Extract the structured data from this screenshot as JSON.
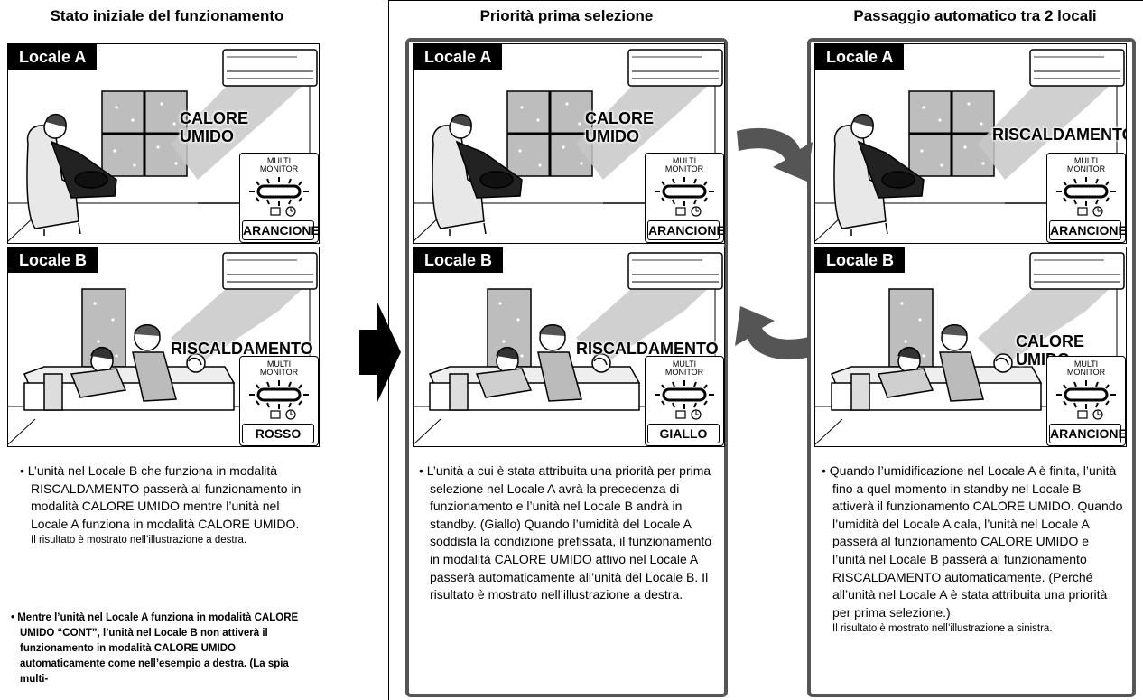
{
  "columns": [
    {
      "title": "Stato iniziale del funzionamento",
      "room_a": {
        "label": "Locale A",
        "mode": "CALORE\nUMIDO",
        "monitor": "MULTI\nMONITOR",
        "color": "ARANCIONE"
      },
      "room_b": {
        "label": "Locale B",
        "mode": "RISCALDAMENTO",
        "monitor": "MULTI\nMONITOR",
        "color": "ROSSO"
      },
      "description": "• L’unità nel Locale B che funziona in modalità RISCALDAMENTO passerà al funzionamento in modalità CALORE UMIDO mentre l’unità nel Locale A funziona in modalità CALORE UMIDO.",
      "note": "Il risultato è mostrato nell’illustrazione a destra.",
      "bold_note": "• Mentre l’unità nel Locale A funziona in modalità CALORE UMIDO “CONT”, l’unità nel Locale B non attiverà il funzionamento in modalità CALORE UMIDO automaticamente come nell’esempio a destra. (La spia multi-"
    },
    {
      "title": "Priorità prima selezione",
      "room_a": {
        "label": "Locale A",
        "mode": "CALORE\nUMIDO",
        "monitor": "MULTI\nMONITOR",
        "color": "ARANCIONE"
      },
      "room_b": {
        "label": "Locale B",
        "mode": "RISCALDAMENTO",
        "monitor": "MULTI\nMONITOR",
        "color": "GIALLO"
      },
      "description": "• L’unità a cui è stata attribuita una priorità per prima selezione nel Locale A avrà la precedenza di funzionamento e l’unità nel Locale B andrà in standby. (Giallo) Quando l’umidità del Locale A soddisfa la condizione prefissata, il funzionamento in modalità CALORE UMIDO attivo nel Locale A passerà automaticamente all’unità del Locale B. Il risultato è mostrato nell’illustrazione a destra."
    },
    {
      "title": "Passaggio automatico tra 2 locali",
      "room_a": {
        "label": "Locale A",
        "mode": "RISCALDAMENTO",
        "monitor": "MULTI\nMONITOR",
        "color": "ARANCIONE"
      },
      "room_b": {
        "label": "Locale B",
        "mode": "CALORE\nUMIDO",
        "monitor": "MULTI\nMONITOR",
        "color": "ARANCIONE"
      },
      "description": "• Quando l’umidificazione nel Locale A è finita, l’unità fino a quel momento in standby nel Locale B attiverà il funzionamento CALORE UMIDO. Quando l’umidità del Locale A cala, l’unità nel Locale A passerà al funzionamento CALORE UMIDO e l’unità nel Locale B passerà al funzionamento RISCALDAMENTO automaticamente. (Perché all’unità nel Locale A è stata attribuita una priorità per prima selezione.)",
      "note": "Il risultato è mostrato nell’illustrazione a sinistra."
    }
  ],
  "colors": {
    "beam": "#c8c8c8",
    "frame": "#555555",
    "arrow": "#555555",
    "label_bg": "#000000"
  }
}
